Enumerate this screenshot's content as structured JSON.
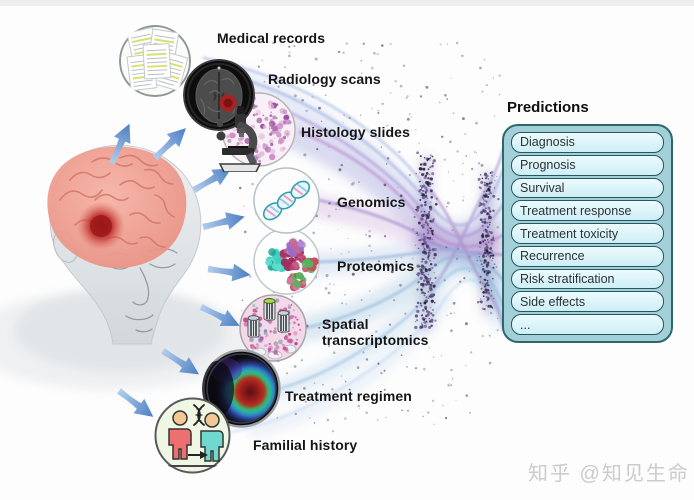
{
  "figure": {
    "sources": [
      {
        "label": "Medical records"
      },
      {
        "label": "Radiology scans"
      },
      {
        "label": "Histology slides"
      },
      {
        "label": "Genomics"
      },
      {
        "label": "Proteomics"
      },
      {
        "label": "Spatial transcriptomics"
      },
      {
        "label": "Treatment regimen"
      },
      {
        "label": "Familial history"
      }
    ],
    "predictions": {
      "title": "Predictions",
      "items": [
        "Diagnosis",
        "Prognosis",
        "Survival",
        "Treatment response",
        "Treatment toxicity",
        "Recurrence",
        "Risk stratification",
        "Side effects",
        "..."
      ]
    },
    "watermark": "知乎 @知见生命",
    "colors": {
      "arrow_blue": "#4c7ec4",
      "panel_teal": "#a3d0d8",
      "panel_border": "#2f666e",
      "pill_bg": "#d9f3f8",
      "pill_border": "#27565e",
      "label_text": "#151515",
      "flow_blue": "#9db9e2",
      "flow_purple": "#b98fd0",
      "tumor_red": "#b42525",
      "watermark_gray": "#cbcbcb"
    }
  }
}
